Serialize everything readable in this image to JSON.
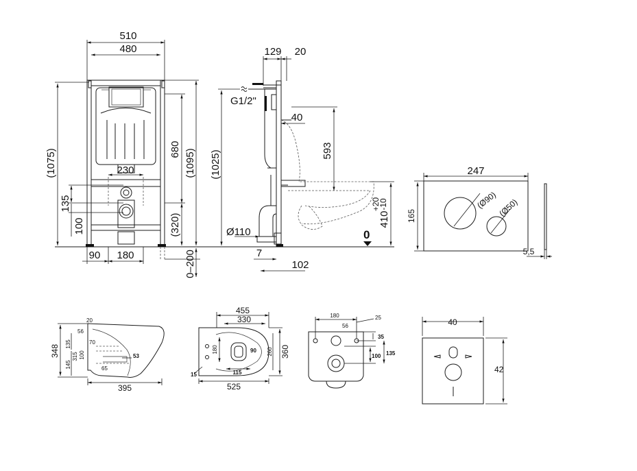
{
  "frame_front": {
    "width_outer": "510",
    "width_inner": "480",
    "height_left": "(1075)",
    "height_right": "(1095)",
    "height_mid": "680",
    "pipe_spacing": "230",
    "offset_135": "135",
    "offset_100": "100",
    "offset_320": "(320)",
    "bottom_90": "90",
    "bottom_180": "180",
    "adjust": "0–200"
  },
  "frame_side": {
    "depth_129": "129",
    "depth_20": "20",
    "inlet": "G1/2\"",
    "height_1025": "(1025)",
    "offset_40": "40",
    "height_593": "593",
    "pipe": "Ø110",
    "dim_7": "7",
    "dim_102": "102",
    "seat_height": "410",
    "tol_plus": "+20",
    "tol_minus": "-10",
    "floor": "0"
  },
  "flush_plate": {
    "width": "247",
    "height": "165",
    "big_button": "(Ø90)",
    "small_button": "(Ø50)",
    "thickness": "5,5"
  },
  "bowl_side": {
    "height": "348",
    "length": "395",
    "d145": "145",
    "d135": "135",
    "d56": "56",
    "d53": "53",
    "d20": "20",
    "d315": "315",
    "d100": "100",
    "d70": "70",
    "d65": "65"
  },
  "bowl_top": {
    "length": "525",
    "width": "360",
    "d455": "455",
    "d330": "330",
    "d180": "180",
    "d90": "90",
    "d115": "115",
    "d15": "15",
    "d260": "260"
  },
  "bowl_back": {
    "d180": "180",
    "d25": "25",
    "d56": "56",
    "d35": "35",
    "d100": "100",
    "d135": "135"
  },
  "gasket": {
    "width": "40",
    "height": "42"
  }
}
